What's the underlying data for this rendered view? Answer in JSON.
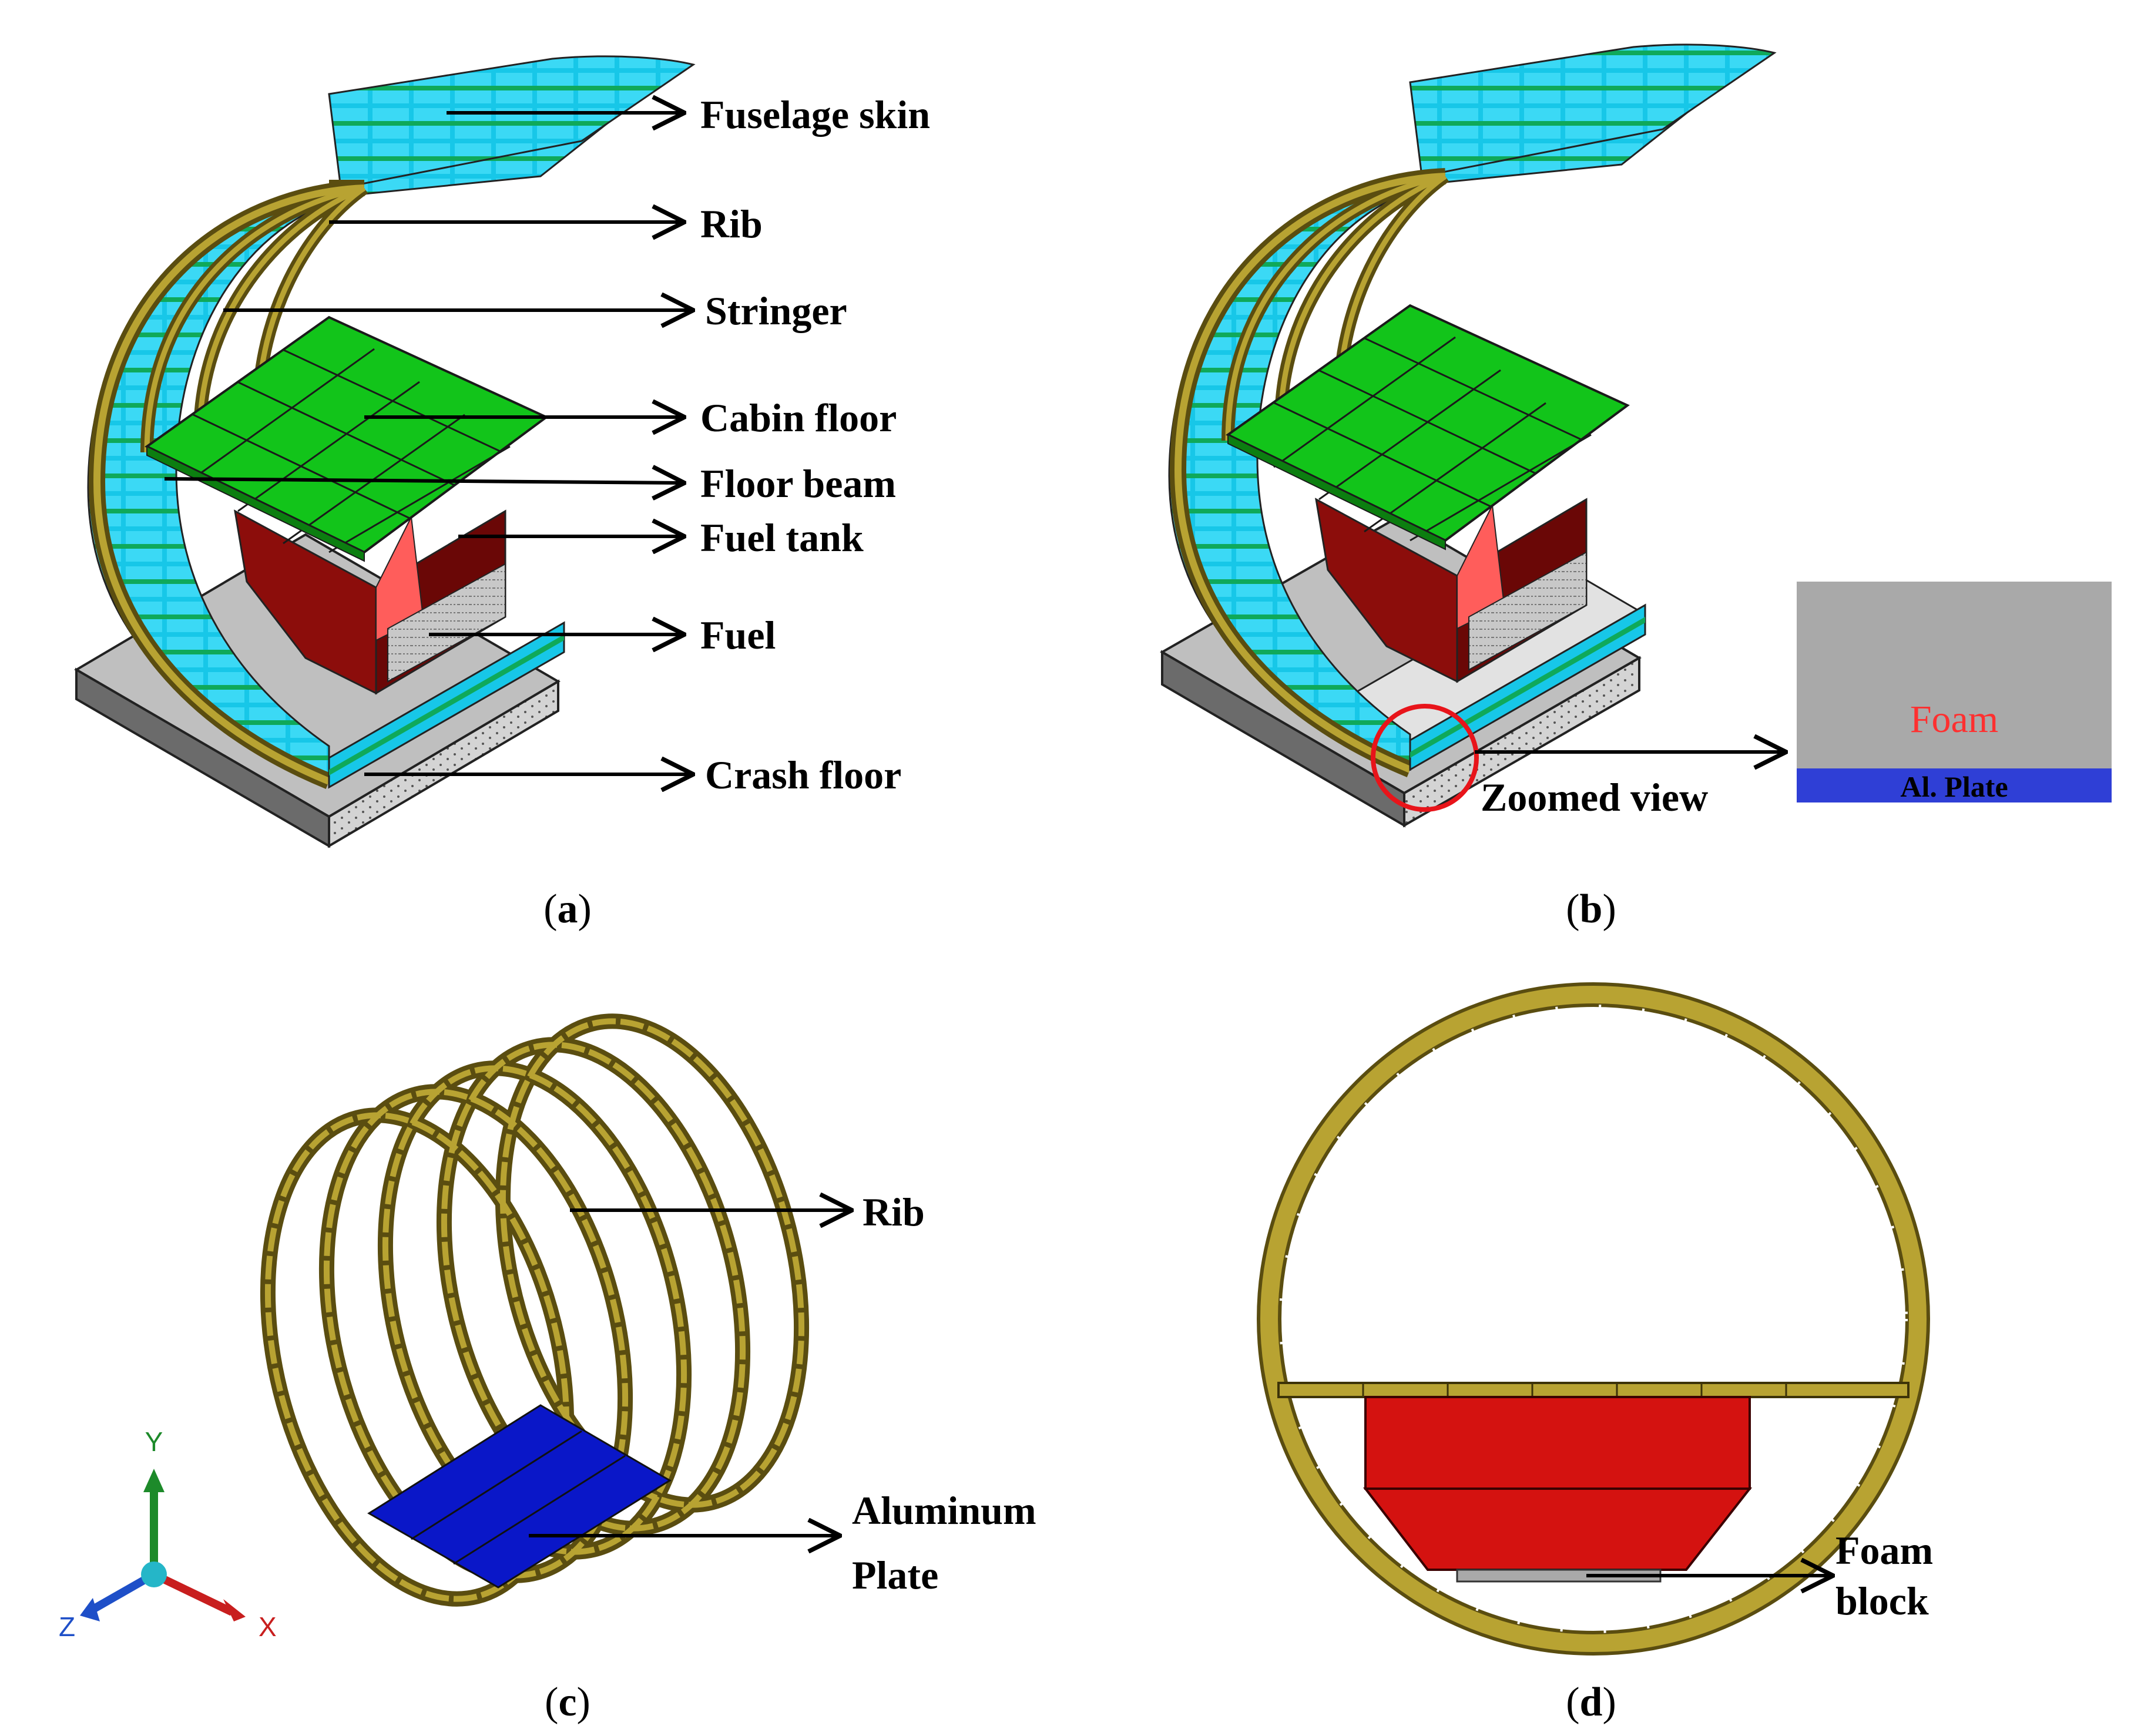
{
  "panel_a": {
    "caption": "a",
    "labels": {
      "fuselage_skin": "Fuselage skin",
      "rib": "Rib",
      "stringer": "Stringer",
      "cabin_floor": "Cabin floor",
      "floor_beam": "Floor beam",
      "fuel_tank": "Fuel tank",
      "fuel": "Fuel",
      "crash_floor": "Crash floor"
    }
  },
  "panel_b": {
    "caption": "b",
    "zoomed_view_label": "Zoomed view",
    "inset": {
      "foam_label": "Foam",
      "plate_label": "Al. Plate"
    }
  },
  "panel_c": {
    "caption": "c",
    "labels": {
      "rib": "Rib",
      "aluminum_plate_line1": "Aluminum",
      "aluminum_plate_line2": "Plate"
    },
    "axes": {
      "y": "Y",
      "z": "Z",
      "x": "X"
    }
  },
  "panel_d": {
    "caption": "d",
    "labels": {
      "foam_block_line1": "Foam",
      "foam_block_line2": "block"
    }
  },
  "colors": {
    "skin": "#17c7e8",
    "rib": "#b8a332",
    "floor": "#12c41a",
    "tank": "#c0120f",
    "tank_highlight": "#ff5d5b",
    "foam": "#a9a9a9",
    "plate": "#2f3fd6",
    "aluminum_plate": "#0a17c8",
    "foam_text": "#ff3030"
  }
}
